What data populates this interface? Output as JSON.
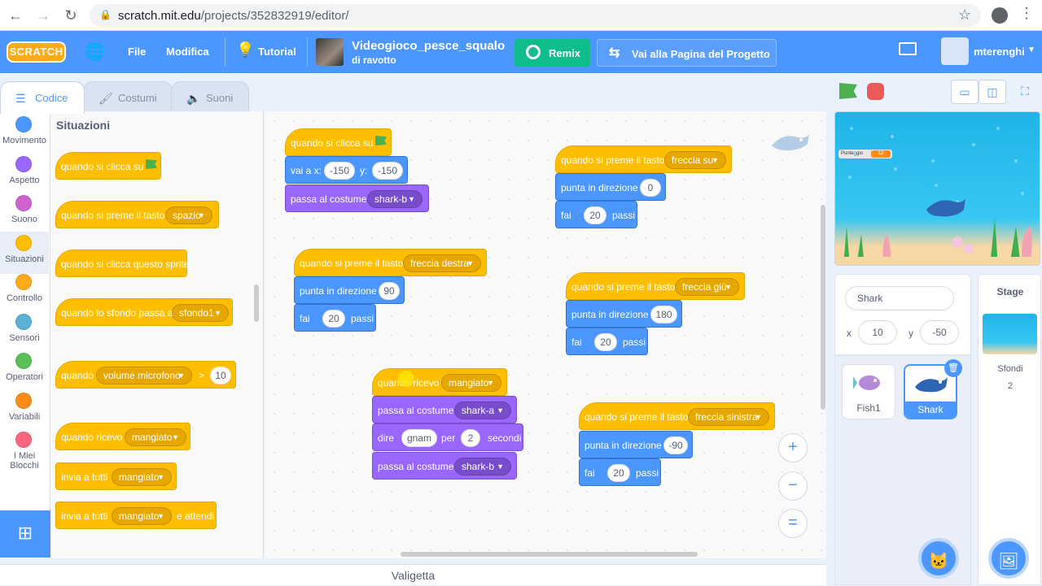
{
  "browser": {
    "url_domain": "scratch.mit.edu",
    "url_path": "/projects/352832919/editor/"
  },
  "menubar": {
    "logo": "SCRATCH",
    "file": "File",
    "edit": "Modifica",
    "tutorial": "Tutorial",
    "project_title": "Videogioco_pesce_squalo",
    "project_author": "di ravotto",
    "remix": "Remix",
    "project_page": "Vai alla Pagina del Progetto",
    "username": "mterenghi"
  },
  "tabs": {
    "code": "Codice",
    "costumes": "Costumi",
    "sounds": "Suoni"
  },
  "categories": [
    {
      "label": "Movimento",
      "color": "#4c97ff"
    },
    {
      "label": "Aspetto",
      "color": "#9966ff"
    },
    {
      "label": "Suono",
      "color": "#cf63cf"
    },
    {
      "label": "Situazioni",
      "color": "#ffbf00"
    },
    {
      "label": "Controllo",
      "color": "#ffab19"
    },
    {
      "label": "Sensori",
      "color": "#5cb1d6"
    },
    {
      "label": "Operatori",
      "color": "#59c059"
    },
    {
      "label": "Variabili",
      "color": "#ff8c1a"
    },
    {
      "label": "I Miei Blocchi",
      "color": "#ff6680"
    }
  ],
  "palette": {
    "title": "Situazioni",
    "b1": "quando si clicca su",
    "b2": "quando si preme il tasto",
    "b2_key": "spazio",
    "b3": "quando si clicca questo sprite",
    "b4": "quando lo sfondo passa a",
    "b4_val": "sfondo1",
    "b5": "quando",
    "b5_sensor": "volume microfono",
    "b5_op": ">",
    "b5_val": "10",
    "b6": "quando ricevo",
    "b6_msg": "mangiato",
    "b7": "invia a tutti",
    "b7_msg": "mangiato",
    "b8": "invia a tutti",
    "b8_msg": "mangiato",
    "b8_tail": "e attendi"
  },
  "scripts": {
    "s1_hat": "quando si clicca su",
    "s1_goto": "vai a x:",
    "s1_x": "-150",
    "s1_y_label": "y:",
    "s1_y": "-150",
    "s1_costume": "passa al costume",
    "s1_costume_val": "shark-b",
    "s2_hat": "quando si preme il tasto",
    "s2_key": "freccia destra",
    "s2_dir": "punta in direzione",
    "s2_dir_val": "90",
    "s2_move": "fai",
    "s2_steps": "20",
    "s2_steps_label": "passi",
    "s3_hat": "quando ricevo",
    "s3_msg": "mangiato",
    "s3_costume": "passa al costume",
    "s3_costume_val": "shark-a",
    "s3_say": "dire",
    "s3_say_val": "gnam",
    "s3_for": "per",
    "s3_secs": "2",
    "s3_secs_label": "secondi",
    "s3_costume2": "passa al costume",
    "s3_costume2_val": "shark-b",
    "s4_hat": "quando si preme il tasto",
    "s4_key": "freccia su",
    "s4_dir": "punta in direzione",
    "s4_dir_val": "0",
    "s4_move": "fai",
    "s4_steps": "20",
    "s4_steps_label": "passi",
    "s5_hat": "quando si preme il tasto",
    "s5_key": "freccia giù",
    "s5_dir": "punta in direzione",
    "s5_dir_val": "180",
    "s5_move": "fai",
    "s5_steps": "20",
    "s5_steps_label": "passi",
    "s6_hat": "quando si preme il tasto",
    "s6_key": "freccia sinistra",
    "s6_dir": "punta in direzione",
    "s6_dir_val": "-90",
    "s6_move": "fai",
    "s6_steps": "20",
    "s6_steps_label": "passi"
  },
  "backpack": "Valigetta",
  "stage": {
    "score_label": "Punteggio",
    "score_value": "12"
  },
  "sprite_info": {
    "name": "Shark",
    "x_label": "x",
    "x": "10",
    "y_label": "y",
    "y": "-50"
  },
  "sprites": [
    {
      "name": "Fish1"
    },
    {
      "name": "Shark"
    }
  ],
  "stage_panel": {
    "title": "Stage",
    "backdrops_label": "Sfondi",
    "backdrops_count": "2"
  }
}
